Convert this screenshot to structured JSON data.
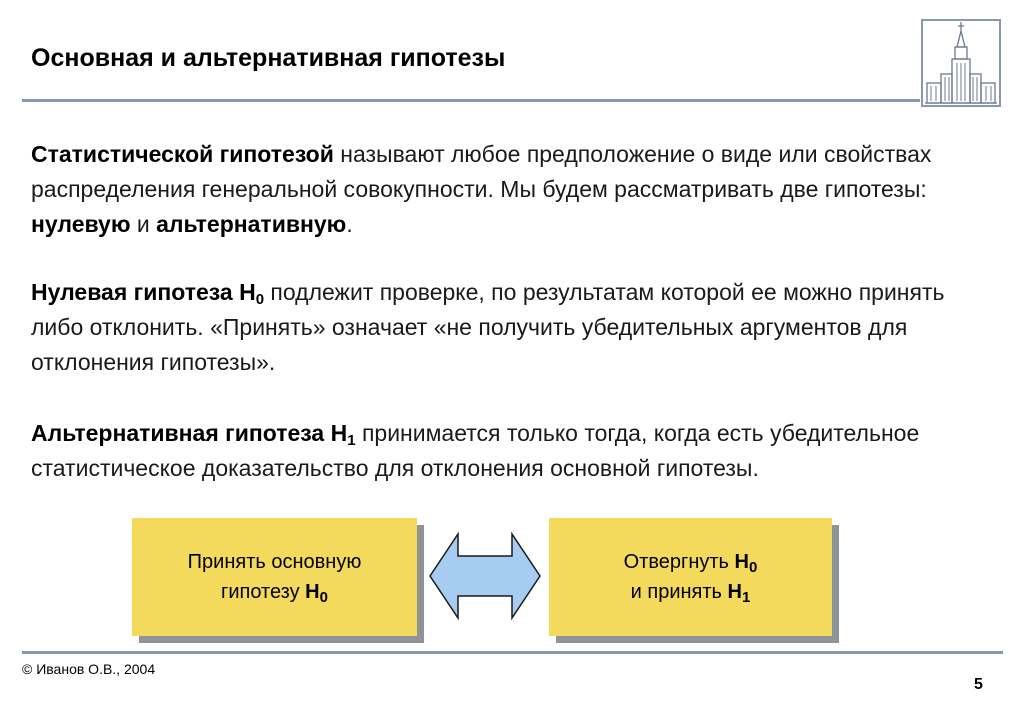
{
  "slide": {
    "title": "Основная и альтернативная гипотезы"
  },
  "paragraph1": {
    "term": "Статистической гипотезой",
    "text1": " называют любое предположение о виде или свойствах распределения генеральной совокупности. Мы будем рассматривать две гипотезы: ",
    "null_word": "нулевую",
    "and_word": " и ",
    "alt_word": "альтернативную",
    "end": "."
  },
  "paragraph2": {
    "term": "Нулевая гипотеза H",
    "sub": "0",
    "text": " подлежит проверке, по результатам которой ее можно принять либо отклонить. «Принять» означает «не получить убедительных аргументов для отклонения гипотезы»."
  },
  "paragraph3": {
    "term": "Альтернативная гипотеза H",
    "sub": "1",
    "text": " принимается только тогда, когда есть убедительное статистическое доказательство для отклонения основной гипотезы."
  },
  "box_left": {
    "line1": "Принять основную",
    "line2": "гипотезу ",
    "h": "H",
    "sub": "0"
  },
  "box_right": {
    "line1": "Отвергнуть ",
    "h1": "H",
    "sub1": "0",
    "line2": "и принять ",
    "h2": "H",
    "sub2": "1"
  },
  "footer": {
    "copyright": "© Иванов О.В., 2004",
    "page_number": "5"
  },
  "colors": {
    "rule": "#8896ae",
    "box_fill": "#f3da5d",
    "box_shadow": "#8f9296",
    "arrow_fill": "#a6ccf2"
  },
  "icons": {
    "logo": "msu-building-icon",
    "arrow": "double-arrow-icon"
  }
}
